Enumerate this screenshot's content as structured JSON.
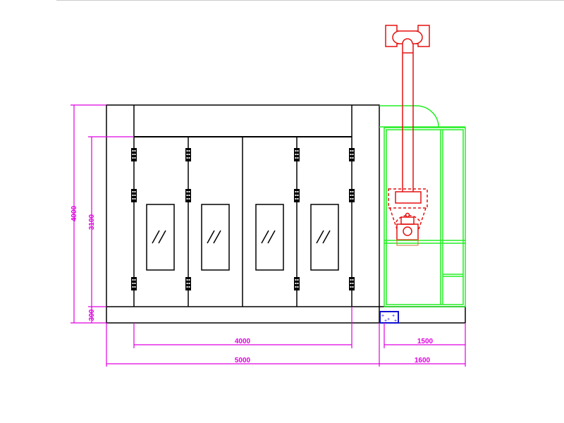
{
  "drawing": {
    "title": "Spray booth front elevation",
    "colors": {
      "structure": "#000000",
      "panel": "#22ee22",
      "burner": "#e51010",
      "dimension": "#e000e0",
      "base": "#1010d0"
    },
    "dimensions": {
      "total_height": "4000",
      "door_height": "3100",
      "base_height": "300",
      "door_width": "4000",
      "booth_width": "5000",
      "unit_inner_width": "1500",
      "unit_width": "1600"
    }
  }
}
